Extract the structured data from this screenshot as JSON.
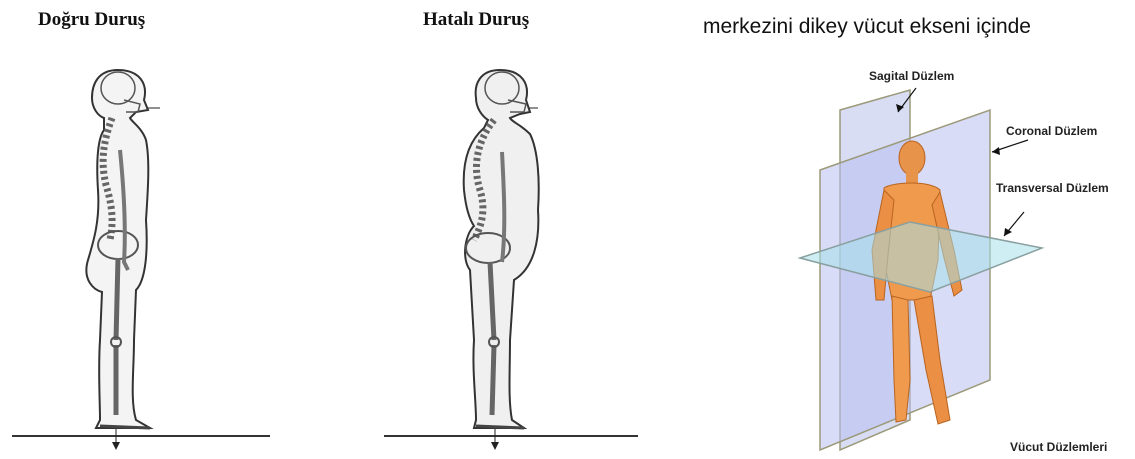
{
  "titles": {
    "correct": "Doğru Duruş",
    "wrong": "Hatalı Duruş"
  },
  "caption": "merkezini dikey vücut ekseni içinde",
  "planes": {
    "sagital": "Sagital Düzlem",
    "coronal": "Coronal Düzlem",
    "transversal": "Transversal Düzlem",
    "body": "Vücut Düzlemleri"
  },
  "icons": {
    "left": "correct-posture-skeleton-icon",
    "mid": "incorrect-posture-skeleton-icon",
    "right": "body-planes-figure-icon"
  }
}
